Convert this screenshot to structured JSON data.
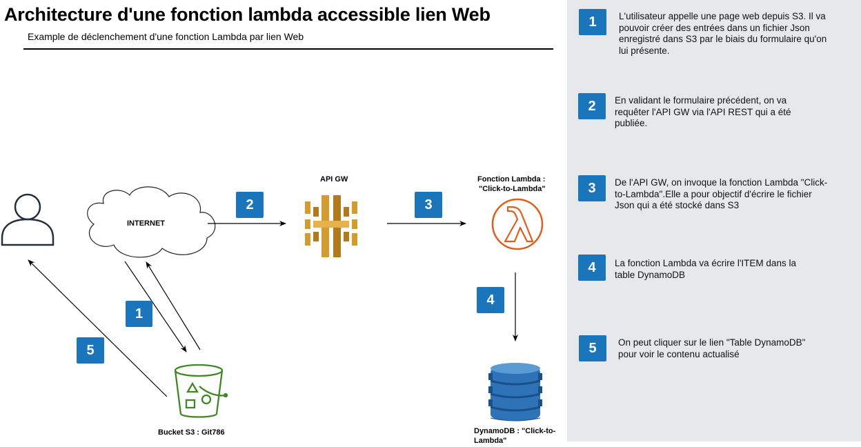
{
  "header": {
    "title": "Architecture d'une fonction lambda accessible lien Web",
    "subtitle": "Example de déclenchement d'une fonction Lambda par lien Web"
  },
  "nodes": {
    "user": {
      "icon": "user-icon"
    },
    "internet": {
      "label": "INTERNET",
      "icon": "cloud-icon"
    },
    "api_gw": {
      "label": "API GW",
      "icon": "api-gateway-icon"
    },
    "lambda": {
      "label_line1": "Fonction Lambda :",
      "label_line2": "\"Click-to-Lambda\"",
      "icon": "lambda-icon"
    },
    "s3": {
      "label": "Bucket S3 :  Git786",
      "icon": "s3-bucket-icon"
    },
    "dynamodb": {
      "label_line1": "DynamoDB : \"Click-to-",
      "label_line2": "Lambda\"",
      "icon": "dynamodb-icon"
    }
  },
  "diagram_badges": [
    "1",
    "2",
    "3",
    "4",
    "5"
  ],
  "steps": [
    {
      "number": "1",
      "text": "L'utilisateur appelle une page web depuis S3. Il va pouvoir créer des entrées dans un fichier Json enregistré dans S3 par le biais du formulaire qu'on lui présente."
    },
    {
      "number": "2",
      "text": "En validant le formulaire précédent, on va requêter l'API GW via l'API REST qui a été publiée."
    },
    {
      "number": "3",
      "text": "De l'API GW, on invoque la fonction Lambda \"Click-to-Lambda\".Elle a pour objectif d'écrire le fichier Json qui a été stocké dans S3"
    },
    {
      "number": "4",
      "text": "La fonction Lambda va écrire l'ITEM dans la table DynamoDB"
    },
    {
      "number": "5",
      "text": "On peut cliquer sur le lien \"Table DynamoDB\" pour voir le contenu actualisé"
    }
  ],
  "colors": {
    "badge": "#1b75bb",
    "panel": "#e6e8eb",
    "api_gw": "#d29d2e",
    "lambda": "#e05d1c",
    "s3": "#3f8624",
    "dynamodb": "#2e73b8",
    "user": "#232f3e"
  }
}
